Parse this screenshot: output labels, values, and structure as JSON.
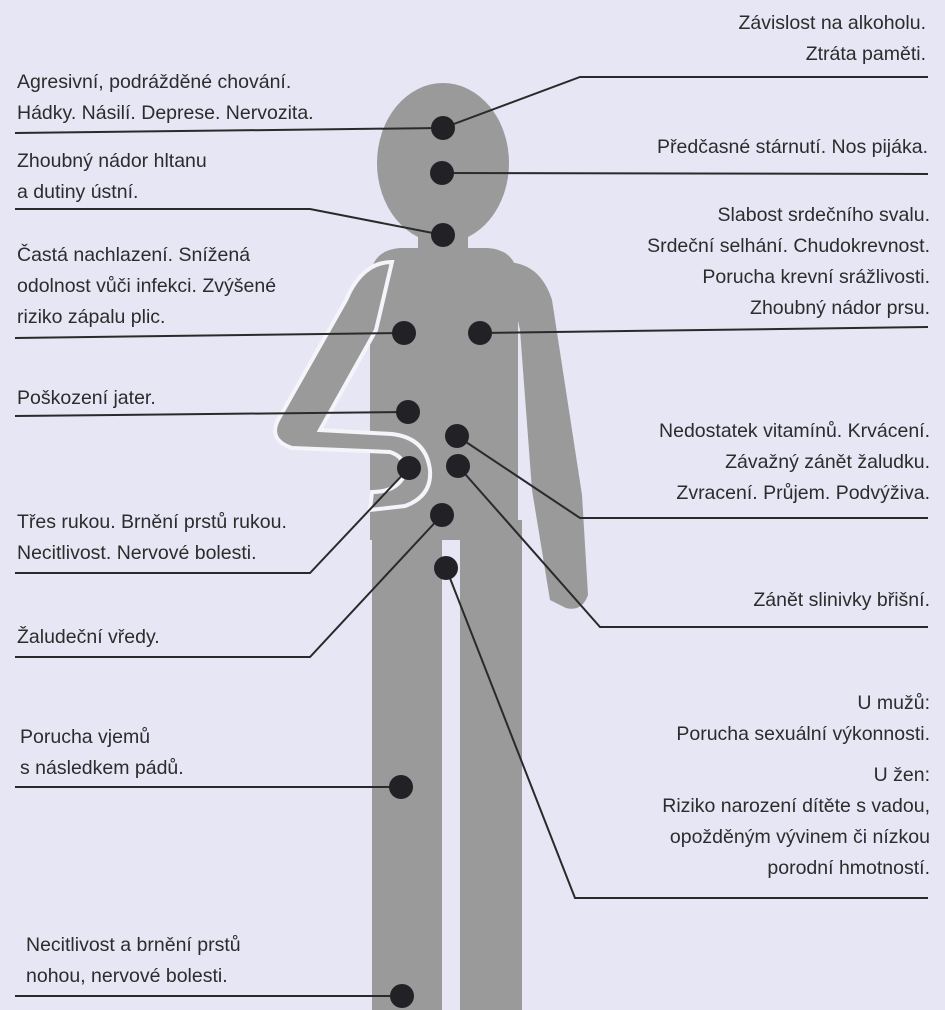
{
  "labels": {
    "alcohol": [
      "Závislost na alkoholu.",
      "Ztráta paměti."
    ],
    "behaviour": [
      "Agresivní, podrážděné chování.",
      "Hádky. Násilí. Deprese. Nervozita."
    ],
    "aging": [
      "Předčasné stárnutí. Nos pijáka."
    ],
    "throat": [
      "Zhoubný nádor hltanu",
      "a dutiny ústní."
    ],
    "heart": [
      "Slabost srdečního svalu.",
      "Srdeční selhání. Chudokrevnost.",
      "Porucha krevní srážlivosti.",
      "Zhoubný nádor prsu."
    ],
    "infection": [
      "Častá nachlazení. Snížená",
      "odolnost vůči infekci. Zvýšené",
      "riziko zápalu plic."
    ],
    "liver": [
      "Poškození jater."
    ],
    "stomach": [
      "Nedostatek vitamínů. Krvácení.",
      "Závažný zánět žaludku.",
      "Zvracení. Průjem. Podvýživa."
    ],
    "tremor": [
      "Třes rukou. Brnění prstů rukou.",
      "Necitlivost. Nervové bolesti."
    ],
    "pancreas": [
      "Zánět slinivky břišní."
    ],
    "ulcer": [
      "Žaludeční vředy."
    ],
    "men": [
      "U mužů:",
      "Porucha sexuální výkonnosti."
    ],
    "perception": [
      "Porucha vjemů",
      "s následkem pádů."
    ],
    "women": [
      "U žen:",
      "Riziko narození dítěte s vadou,",
      "opožděným vývinem či nízkou",
      "porodní hmotností."
    ],
    "feet": [
      "Necitlivost a brnění prstů",
      "nohou, nervové bolesti."
    ]
  },
  "colors": {
    "background": "#e6e6f4",
    "body": "#9a9a9a",
    "dot": "#222226",
    "line": "#2a2a2a",
    "text": "#2c2c2c"
  }
}
